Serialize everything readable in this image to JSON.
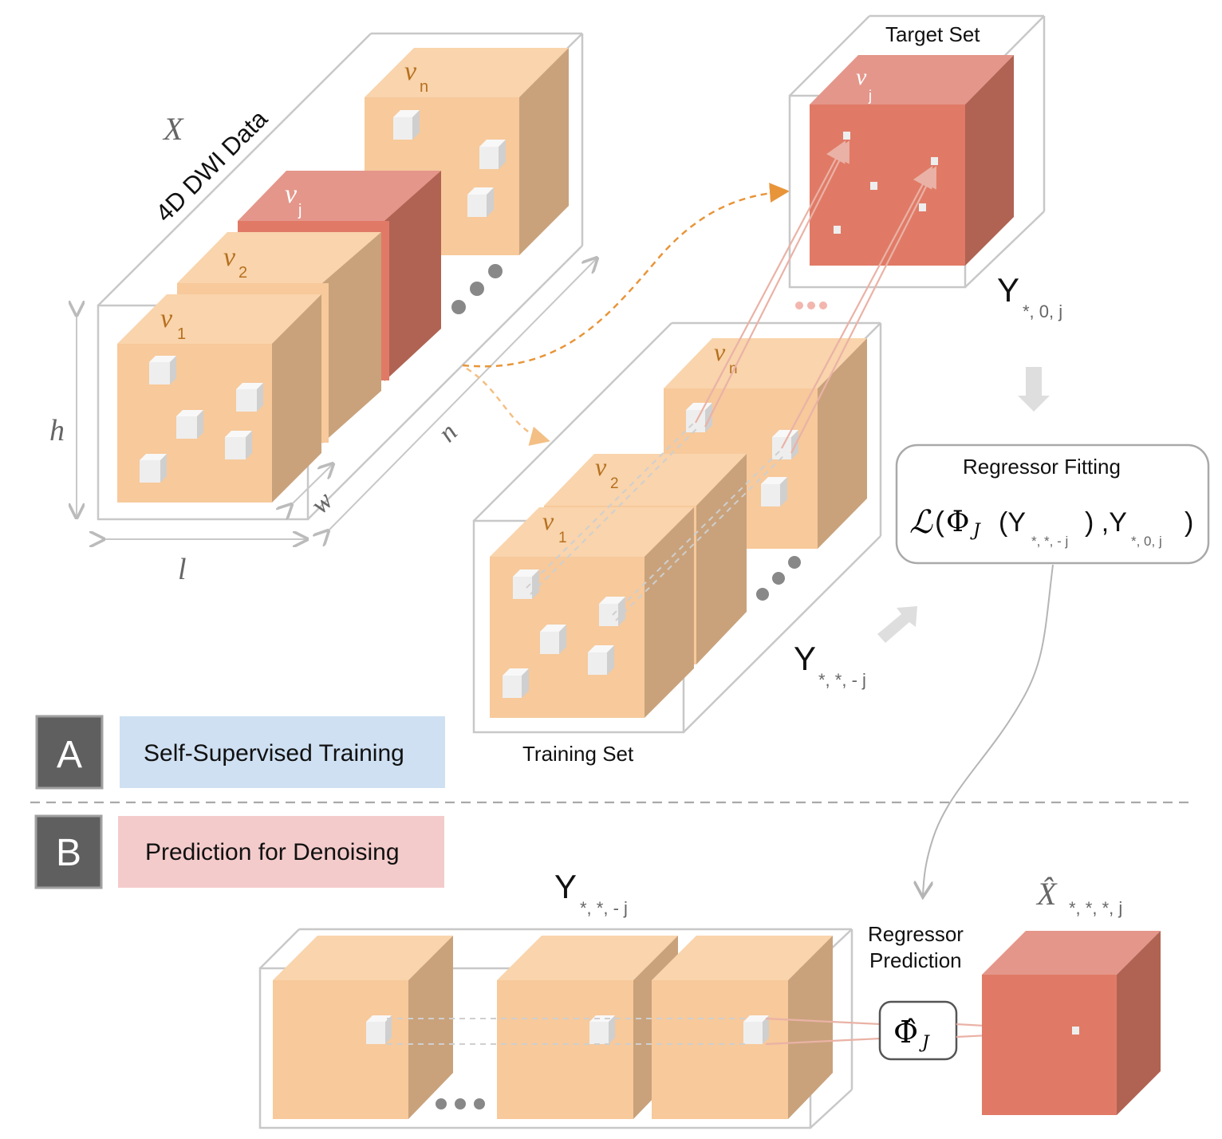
{
  "labels": {
    "x_symbol": "X",
    "dwi_data": "4D DWI Data",
    "v1": "v",
    "v1_sub": "1",
    "v2": "v",
    "v2_sub": "2",
    "vj": "v",
    "vj_sub": "j",
    "vn": "v",
    "vn_sub": "n",
    "dim_h": "h",
    "dim_w": "w",
    "dim_l": "l",
    "dim_n": "n",
    "target_set": "Target Set",
    "training_set": "Training Set",
    "y_target": "Y",
    "y_target_sub": "*, 0,  j",
    "y_train": "Y",
    "y_train_sub": "*, *, - j",
    "regressor_fitting": "Regressor Fitting",
    "loss_L": "ℒ",
    "loss_open": "(",
    "loss_phi": "Φ",
    "loss_J": "J",
    "loss_arg1": "(Y",
    "loss_arg1_sub": "*, *, - j",
    "loss_mid": ") ,Y",
    "loss_arg2_sub": "*, 0,  j",
    "loss_close": ")",
    "regressor_prediction_1": "Regressor",
    "regressor_prediction_2": "Prediction",
    "phi_hat": "Φ̂",
    "phi_hat_sub": "J",
    "x_hat": "X̂",
    "x_hat_sub": "*, *, *,  j",
    "y_bottom": "Y",
    "y_bottom_sub": "*, *, - j"
  },
  "stages": {
    "a_letter": "A",
    "a_label": "Self-Supervised Training",
    "b_letter": "B",
    "b_label": "Prediction for Denoising"
  },
  "colors": {
    "cube_front": "#f7c99b",
    "cube_top": "#f9d4ac",
    "cube_side": "#c9a27b",
    "target_front": "#e07a66",
    "target_top": "#e4968a",
    "target_side": "#b06352",
    "stage_a_bg": "#cfe0f2",
    "stage_b_bg": "#f4cbcb",
    "badge_bg": "#5f5f5f"
  }
}
